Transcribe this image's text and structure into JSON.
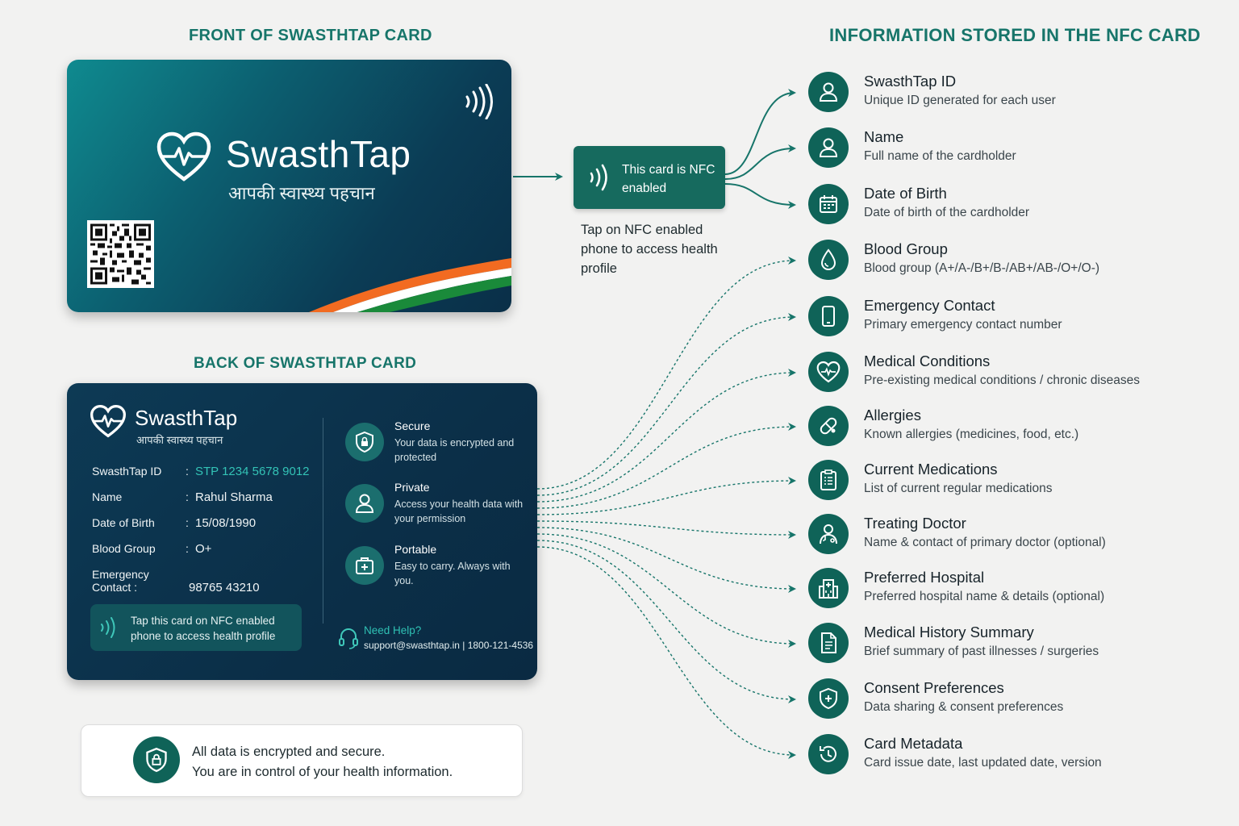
{
  "headings": {
    "front": "FRONT OF SWASTHTAP CARD",
    "back": "BACK OF SWASTHTAP CARD",
    "info": "INFORMATION STORED IN THE NFC CARD"
  },
  "front_card": {
    "brand": "SwasthTap",
    "tagline": "आपकी स्वास्थ्य पहचान"
  },
  "back_card": {
    "brand": "SwasthTap",
    "tagline": "आपकी स्वास्थ्य पहचान",
    "fields": [
      {
        "label": "SwasthTap ID",
        "value": "STP 1234 5678 9012"
      },
      {
        "label": "Name",
        "value": "Rahul Sharma"
      },
      {
        "label": "Date of Birth",
        "value": "15/08/1990"
      },
      {
        "label": "Blood Group",
        "value": "O+"
      },
      {
        "label": "Emergency Contact",
        "value": "98765 43210"
      }
    ],
    "features": [
      {
        "title": "Secure",
        "desc": "Your data is encrypted and protected",
        "icon": "shield-lock-icon"
      },
      {
        "title": "Private",
        "desc": "Access your health data with your permission",
        "icon": "user-icon"
      },
      {
        "title": "Portable",
        "desc": "Easy to carry. Always with you.",
        "icon": "medical-kit-icon"
      }
    ],
    "tap_text": "Tap this card on NFC enabled phone to access health profile",
    "help_title": "Need Help?",
    "help_contact": "support@swasthtap.in  |  1800-121-4536"
  },
  "nfc_box": {
    "text": "This card is NFC enabled",
    "caption": "Tap on NFC enabled phone to access health profile"
  },
  "security_note": {
    "line1": "All data is encrypted and secure.",
    "line2": "You are in control of your health information."
  },
  "info_items": [
    {
      "title": "SwasthTap ID",
      "desc": "Unique ID generated for each user",
      "icon": "user-icon"
    },
    {
      "title": "Name",
      "desc": "Full name of the cardholder",
      "icon": "user-icon"
    },
    {
      "title": "Date of Birth",
      "desc": "Date of birth of the cardholder",
      "icon": "calendar-icon"
    },
    {
      "title": "Blood Group",
      "desc": "Blood group (A+/A-/B+/B-/AB+/AB-/O+/O-)",
      "icon": "blood-drop-icon"
    },
    {
      "title": "Emergency Contact",
      "desc": "Primary emergency contact number",
      "icon": "phone-icon"
    },
    {
      "title": "Medical Conditions",
      "desc": "Pre-existing medical conditions / chronic diseases",
      "icon": "heart-pulse-icon"
    },
    {
      "title": "Allergies",
      "desc": "Known allergies (medicines, food, etc.)",
      "icon": "pill-icon"
    },
    {
      "title": "Current Medications",
      "desc": "List of current regular medications",
      "icon": "clipboard-icon"
    },
    {
      "title": "Treating Doctor",
      "desc": "Name & contact of primary doctor (optional)",
      "icon": "doctor-icon"
    },
    {
      "title": "Preferred Hospital",
      "desc": "Preferred hospital name & details (optional)",
      "icon": "hospital-icon"
    },
    {
      "title": "Medical History Summary",
      "desc": "Brief summary of past illnesses / surgeries",
      "icon": "document-icon"
    },
    {
      "title": "Consent Preferences",
      "desc": "Data sharing & consent preferences",
      "icon": "shield-icon"
    },
    {
      "title": "Card Metadata",
      "desc": "Card issue date, last updated date, version",
      "icon": "history-icon"
    }
  ],
  "colors": {
    "accent": "#17756a",
    "icon_bg": "#0f6358",
    "card_dark": "#0b2f48",
    "saffron": "#f26b21",
    "green": "#1a8a3a"
  }
}
